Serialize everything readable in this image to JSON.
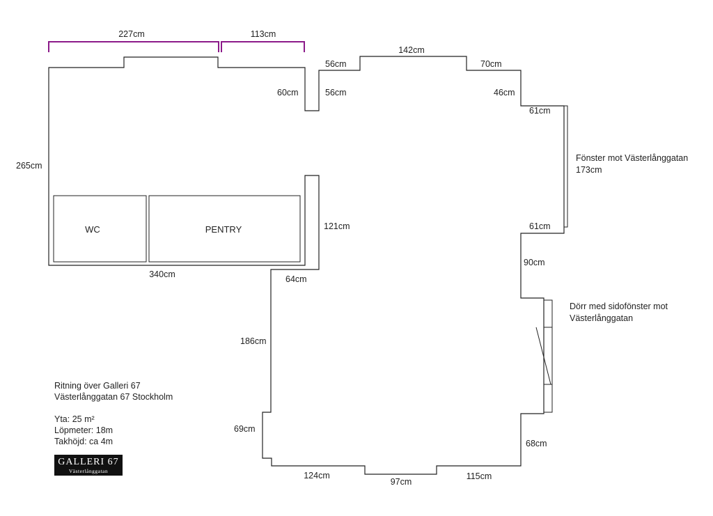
{
  "dimensions": {
    "top_left": "227cm",
    "top_right": "113cm",
    "wall_265": "265cm",
    "wall_60": "60cm",
    "wall_56a": "56cm",
    "wall_56b": "56cm",
    "wall_142": "142cm",
    "wall_70": "70cm",
    "wall_46": "46cm",
    "wall_61a": "61cm",
    "wall_61b": "61cm",
    "wall_121": "121cm",
    "wall_340": "340cm",
    "wall_64": "64cm",
    "wall_90": "90cm",
    "wall_186": "186cm",
    "wall_69": "69cm",
    "wall_68": "68cm",
    "wall_124": "124cm",
    "wall_97": "97cm",
    "wall_115": "115cm"
  },
  "rooms": {
    "wc": "WC",
    "pentry": "PENTRY"
  },
  "notes": {
    "window_line1": "Fönster mot Västerlånggatan",
    "window_line2": "173cm",
    "door_line1": "Dörr med sidofönster mot",
    "door_line2": "Västerlånggatan"
  },
  "info": {
    "line1": "Ritning över Galleri 67",
    "line2": "Västerlånggatan 67 Stockholm",
    "area": "Yta: 25 m²",
    "running_meters": "Löpmeter: 18m",
    "ceiling": "Takhöjd: ca 4m"
  },
  "logo": {
    "main": "GALLERI 67",
    "sub": "Västerlånggatan"
  },
  "colors": {
    "dimension_bracket": "#8B1A89",
    "wall": "#222222"
  }
}
